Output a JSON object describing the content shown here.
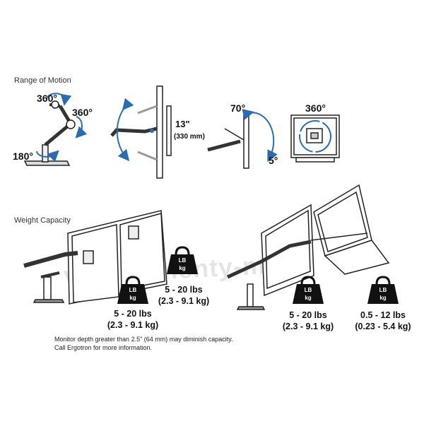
{
  "sections": {
    "range_of_motion": "Range of Motion",
    "weight_capacity": "Weight Capacity"
  },
  "motion": {
    "fig1": {
      "top_rotation": "360°",
      "right_rotation": "360°",
      "base_rotation": "180°"
    },
    "fig2": {
      "lift": "13\"",
      "lift_metric": "(330 mm)"
    },
    "fig3": {
      "tilt_up": "70°",
      "tilt_down": "5°"
    },
    "fig4": {
      "rotation": "360°"
    }
  },
  "weight": {
    "weight_icon": {
      "lb": "LB",
      "kg": "kg"
    },
    "dual_monitor_left": {
      "lbs": "5 - 20 lbs",
      "kg": "(2.3 - 9.1 kg)"
    },
    "dual_monitor_right": {
      "lbs": "5 - 20 lbs",
      "kg": "(2.3 - 9.1 kg)"
    },
    "monitor_laptop_monitor": {
      "lbs": "5 - 20 lbs",
      "kg": "(2.3 - 9.1 kg)"
    },
    "monitor_laptop_laptop": {
      "lbs": "0.5 - 12 lbs",
      "kg": "(0.23 - 5.4 kg)"
    }
  },
  "note": {
    "line1": "Monitor depth greater than 2.5\" (64 mm) may diminish capacity.",
    "line2": "Call Ergotron for more information."
  },
  "watermark": "vse-elementy-mo.ru",
  "colors": {
    "accent_blue": "#2b6cb0",
    "line": "#222222"
  }
}
